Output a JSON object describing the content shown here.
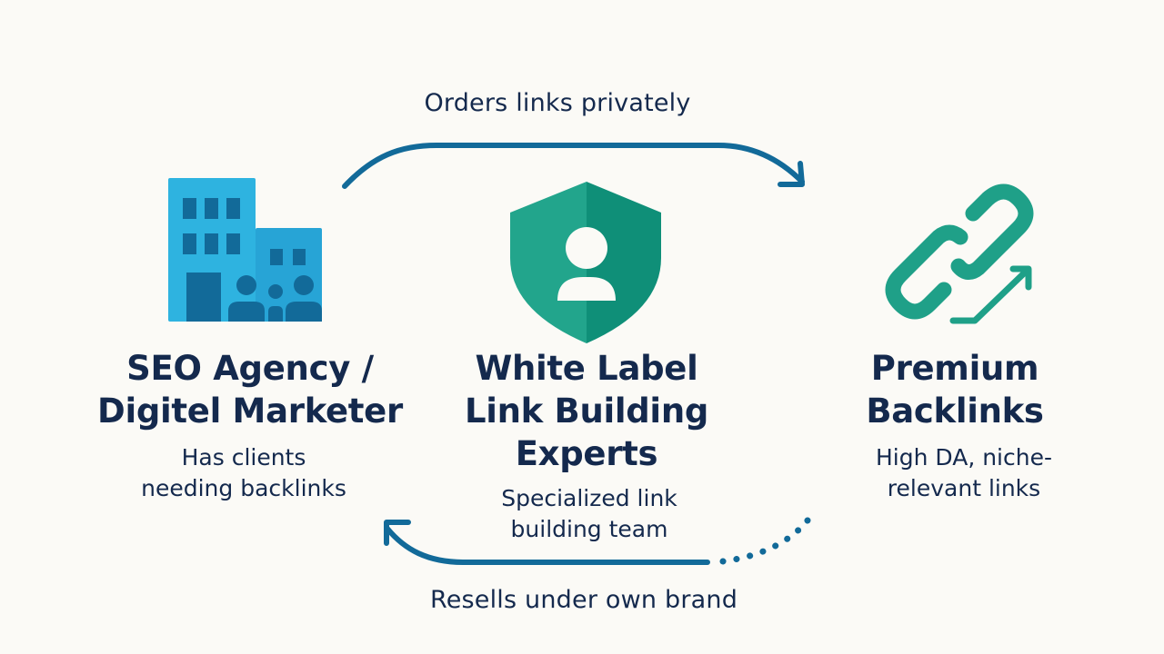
{
  "colors": {
    "background": "#fbfaf6",
    "text": "#14294d",
    "arrow": "#126a99",
    "building_light": "#2eb3e0",
    "building_dark": "#126a99",
    "shield_light": "#22a58c",
    "shield_dark": "#0f8f78",
    "link_icon": "#1fa088"
  },
  "flows": {
    "top": {
      "label": "Orders links privately",
      "style": "solid",
      "direction": "left-to-right"
    },
    "bottom": {
      "label": "Resells under own brand",
      "style": "dotted-to-solid",
      "direction": "right-to-left"
    }
  },
  "nodes": [
    {
      "id": "agency",
      "icon": "building-with-people-icon",
      "title": "SEO Agency /\nDigitel Marketer",
      "description": "Has clients\nneeding backlinks"
    },
    {
      "id": "experts",
      "icon": "shield-user-icon",
      "title": "White Label\nLink Building\nExperts",
      "description": "Specialized link\nbuilding team"
    },
    {
      "id": "backlinks",
      "icon": "chain-link-arrow-icon",
      "title": "Premium\nBacklinks",
      "description": "High DA, niche-\nrelevant links"
    }
  ]
}
